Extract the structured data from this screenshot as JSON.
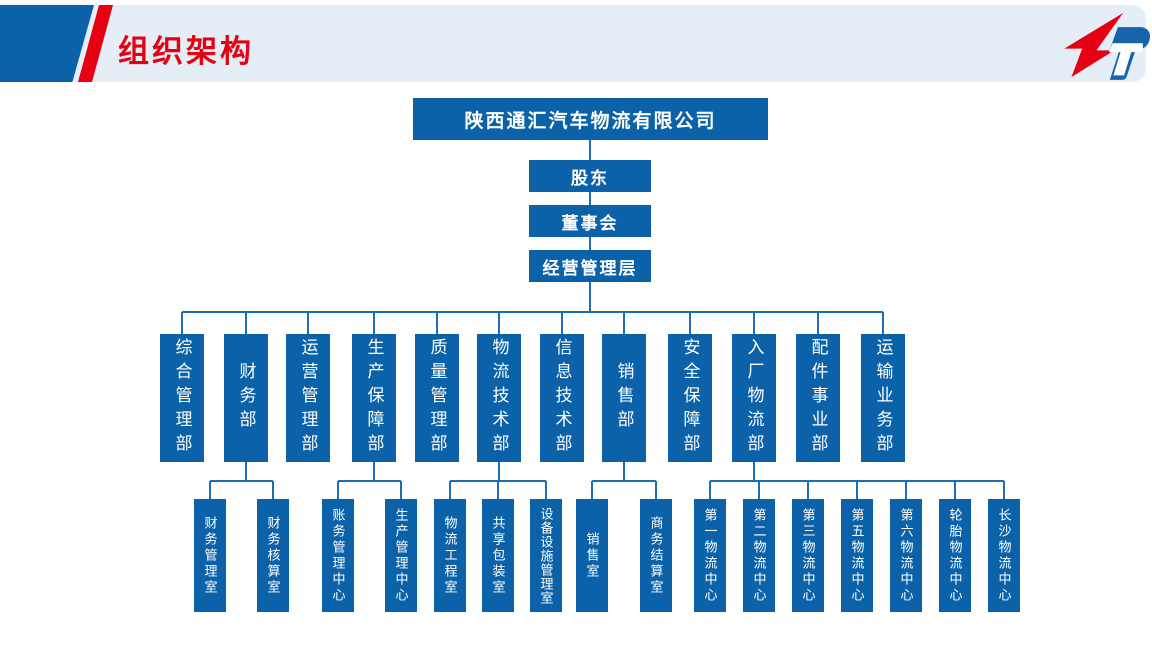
{
  "slide": {
    "title": "组织架构"
  },
  "colors": {
    "box_blue": "#0c62a8",
    "line_blue": "#1c6db4",
    "title_red": "#e60012",
    "band_bg": "#e5eef6",
    "logo_red": "#e60014",
    "logo_blue": "#1565ad"
  },
  "org_chart": {
    "root": "陕西通汇汽车物流有限公司",
    "chain": [
      "股东",
      "董事会",
      "经营管理层"
    ],
    "departments": [
      {
        "label": "综合管理部",
        "children": []
      },
      {
        "label": "财务部",
        "children": [
          "财务管理室",
          "财务核算室"
        ]
      },
      {
        "label": "运营管理部",
        "children": []
      },
      {
        "label": "生产保障部",
        "children": [
          "账务管理中心",
          "生产管理中心"
        ]
      },
      {
        "label": "质量管理部",
        "children": []
      },
      {
        "label": "物流技术部",
        "children": [
          "物流工程室",
          "共享包装室",
          "设备设施管理室"
        ]
      },
      {
        "label": "信息技术部",
        "children": []
      },
      {
        "label": "销售部",
        "children": [
          "销售室",
          "商务结算室"
        ]
      },
      {
        "label": "安全保障部",
        "children": []
      },
      {
        "label": "入厂物流部",
        "children": [
          "第一物流中心",
          "第二物流中心",
          "第三物流中心",
          "第五物流中心",
          "第六物流中心",
          "轮胎物流中心",
          "长沙物流中心"
        ]
      },
      {
        "label": "配件事业部",
        "children": []
      },
      {
        "label": "运输业务部",
        "children": []
      }
    ]
  }
}
